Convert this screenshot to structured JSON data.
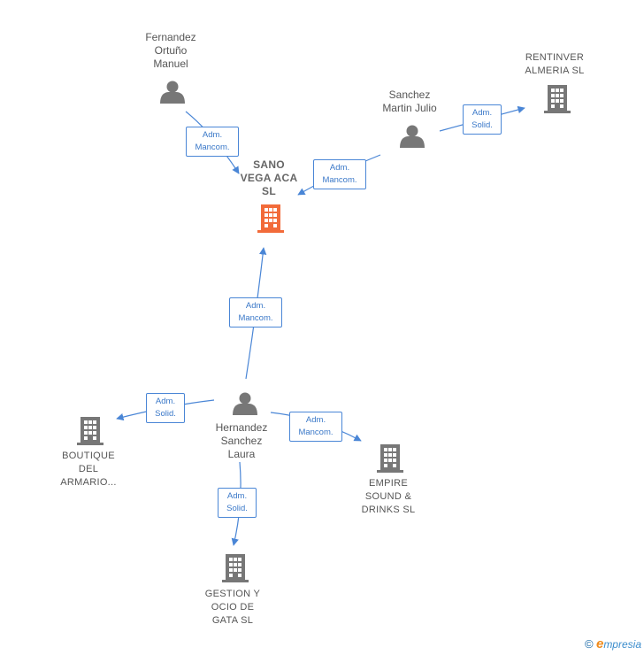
{
  "nodes": {
    "sano": {
      "label": "SANO\nVEGA ACA\nSL",
      "kind": "company",
      "color": "#f26b3a",
      "icon": "building-icon"
    },
    "fernandez": {
      "label": "Fernandez\nOrtuño\nManuel",
      "kind": "person",
      "icon": "person-icon"
    },
    "sanchez": {
      "label": "Sanchez\nMartin Julio",
      "kind": "person",
      "icon": "person-icon"
    },
    "rentinver": {
      "label": "RENTINVER\nALMERIA  SL",
      "kind": "company",
      "icon": "building-icon"
    },
    "hernandez": {
      "label": "Hernandez\nSanchez\nLaura",
      "kind": "person",
      "icon": "person-icon"
    },
    "boutique": {
      "label": "BOUTIQUE\nDEL\nARMARIO...",
      "kind": "company",
      "icon": "building-icon"
    },
    "empire": {
      "label": "EMPIRE\nSOUND &\nDRINKS  SL",
      "kind": "company",
      "icon": "building-icon"
    },
    "gestion": {
      "label": "GESTION Y\nOCIO DE\nGATA  SL",
      "kind": "company",
      "icon": "building-icon"
    }
  },
  "edges": {
    "fernandez_sano": "Adm.\nMancom.",
    "sanchez_sano": "Adm.\nMancom.",
    "sanchez_rentinver": "Adm.\nSolid.",
    "hernandez_sano": "Adm.\nMancom.",
    "hernandez_boutique": "Adm.\nSolid.",
    "hernandez_empire": "Adm.\nMancom.",
    "hernandez_gestion": "Adm.\nSolid."
  },
  "colors": {
    "edge": "#4a86d6",
    "icon": "#777777",
    "focus": "#f26b3a"
  },
  "footer": {
    "copyright": "©",
    "brand_first": "e",
    "brand_rest": "mpresia"
  }
}
